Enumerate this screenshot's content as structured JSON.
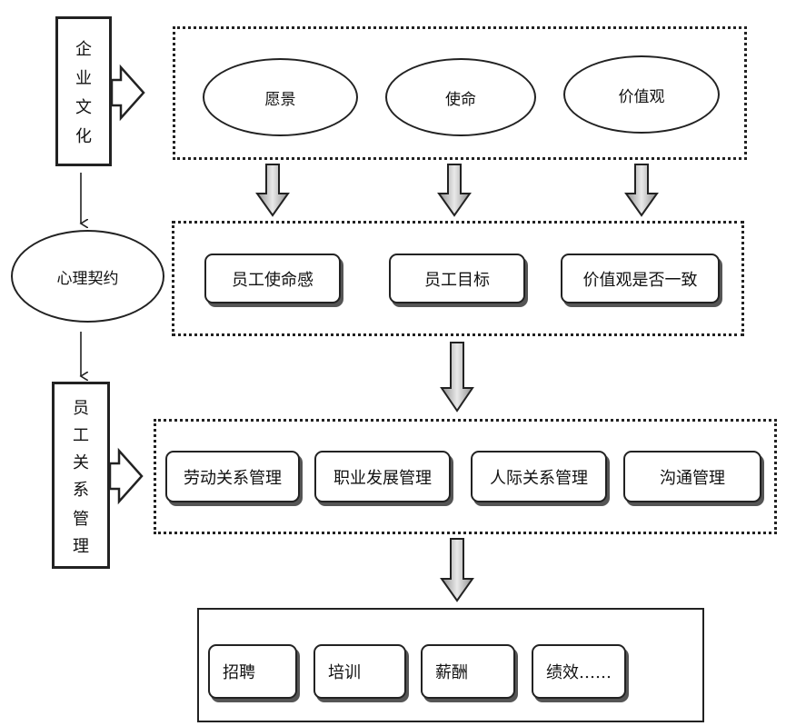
{
  "sidebar": {
    "culture_chars": [
      "企",
      "业",
      "文",
      "化"
    ],
    "contract": "心理契约",
    "erm_chars": [
      "员",
      "工",
      "关",
      "系",
      "管",
      "理"
    ]
  },
  "level1": {
    "items": [
      "愿景",
      "使命",
      "价值观"
    ]
  },
  "level2": {
    "items": [
      "员工使命感",
      "员工目标",
      "价值观是否一致"
    ]
  },
  "level3": {
    "items": [
      "劳动关系管理",
      "职业发展管理",
      "人际关系管理",
      "沟通管理"
    ]
  },
  "level4": {
    "items": [
      "招聘",
      "培训",
      "薪酬",
      "绩效……"
    ]
  }
}
